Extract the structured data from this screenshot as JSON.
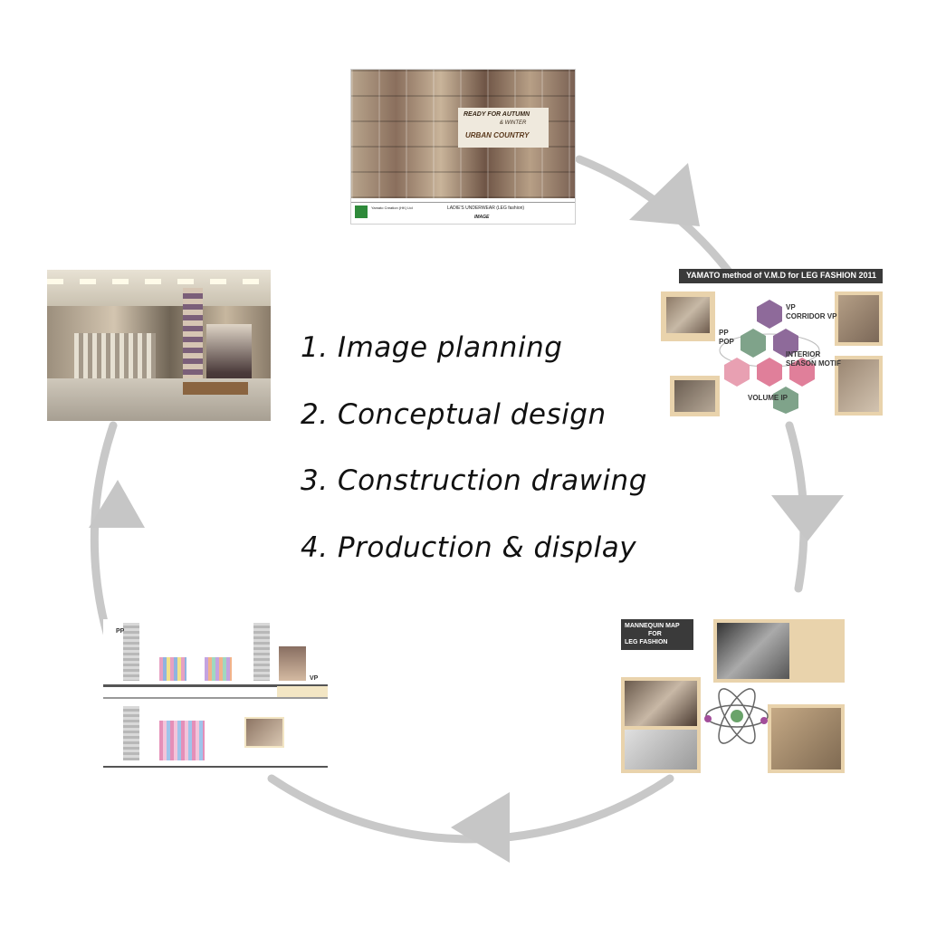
{
  "steps": [
    {
      "label": "1. Image planning"
    },
    {
      "label": "2. Conceptual design"
    },
    {
      "label": "3. Construction drawing"
    },
    {
      "label": "4. Production & display"
    }
  ],
  "panels": {
    "moodboard": {
      "line1": "READY FOR AUTUMN",
      "line2": "& WINTER",
      "line3": "URBAN COUNTRY",
      "company": "Yamato Creation (HK) Ltd",
      "project": "LADIE'S UNDERWEAR (LEG fashion)",
      "caption": "IMAGE"
    },
    "concept": {
      "banner": "YAMATO method of V.M.D for LEG FASHION 2011",
      "vp": "VP",
      "corridor": "CORRIDOR VP",
      "pp": "PP",
      "pop": "POP",
      "interior": "INTERIOR",
      "season": "SEASON MOTIF",
      "volume": "VOLUME IP"
    },
    "mannequin": {
      "title1": "MANNEQUIN MAP",
      "title2": "FOR",
      "title3": "LEG FASHION"
    },
    "drawing": {
      "pp": "PP",
      "vp": "VP"
    }
  },
  "colors": {
    "arrow": "#c6c6c6",
    "text": "#111111",
    "banner": "#3a3a3a",
    "tan": "#e9d3ac",
    "hex_purple": "#8e6a9a",
    "hex_pink": "#e07f9a",
    "hex_green": "#7fa38a"
  }
}
